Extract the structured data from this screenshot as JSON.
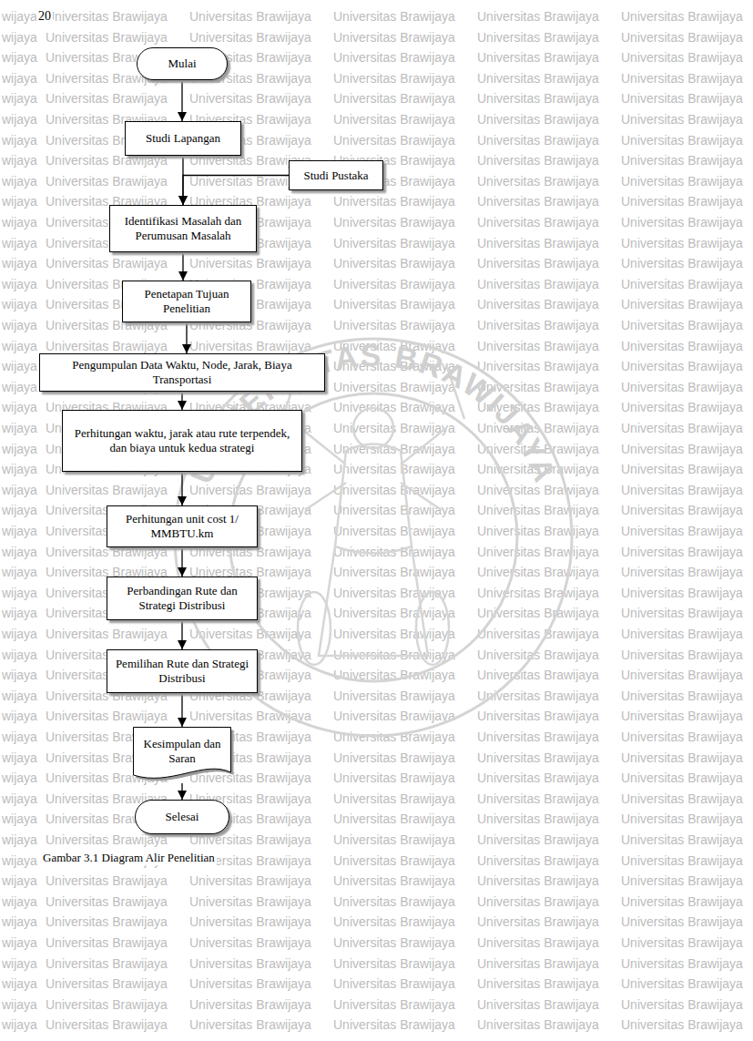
{
  "diagram": {
    "caption": "Gambar 3.1 Diagram Alir Penelitian",
    "nodes": [
      {
        "text": [
          "Mulai"
        ]
      },
      {
        "text": [
          "Studi Lapangan"
        ]
      },
      {
        "text": [
          "Studi Pustaka"
        ]
      },
      {
        "text": [
          "Identifikasi Masalah dan Perumusan Masalah"
        ]
      },
      {
        "text": [
          "Penetapan Tujuan Penelitian"
        ]
      },
      {
        "text": [
          "Pengumpulan Data Waktu, Node, Jarak, Biaya Transportasi"
        ]
      },
      {
        "text": [
          "Perhitungan waktu, jarak atau rute terpendek, dan biaya untuk kedua strategi"
        ]
      },
      {
        "text": [
          "Perhitungan unit cost 1/ MMBTU.km"
        ]
      },
      {
        "text": [
          "Perbandingan Rute dan Strategi Distribusi"
        ]
      },
      {
        "text": [
          "Pemilihan Rute dan Strategi Distribusi"
        ]
      },
      {
        "text": [
          "Kesimpulan dan Saran"
        ]
      },
      {
        "text": [
          "Selesai"
        ]
      }
    ],
    "edges": [
      {
        "from": 0,
        "to": 1,
        "arrow": "to"
      },
      {
        "from": 1,
        "to": 3,
        "arrow": "to"
      },
      {
        "from": 2,
        "to": 3,
        "arrow": "to"
      },
      {
        "from": 3,
        "to": 4,
        "arrow": "to"
      },
      {
        "from": 4,
        "to": 5,
        "arrow": "to"
      },
      {
        "from": 5,
        "to": 6,
        "arrow": "to"
      },
      {
        "from": 6,
        "to": 7,
        "arrow": "to"
      },
      {
        "from": 7,
        "to": 8,
        "arrow": "to"
      },
      {
        "from": 8,
        "to": 9,
        "arrow": "to"
      },
      {
        "from": 9,
        "to": 10,
        "arrow": "to"
      },
      {
        "from": 10,
        "to": 11,
        "arrow": "to"
      }
    ],
    "labels": [
      "20",
      "UNIVERSITAS BRAWIJAYA",
      "wijaya",
      "Universitas Brawijaya",
      "Universitas Brawijaya",
      "Universitas Brawijaya",
      "Universitas Brawijaya",
      "Universitas Brawijaya",
      "wijaya",
      "Universitas Brawijaya",
      "Universitas Brawijaya",
      "Universitas Brawijaya",
      "Universitas Brawijaya",
      "Universitas Brawijaya",
      "wijaya",
      "Universitas Brawijaya",
      "Universitas Brawijaya",
      "Universitas Brawijaya",
      "Universitas Brawijaya",
      "Universitas Brawijaya",
      "wijaya",
      "Universitas Brawijaya",
      "Universitas Brawijaya",
      "Universitas Brawijaya",
      "Universitas Brawijaya",
      "Universitas Brawijaya",
      "wijaya",
      "Universitas Brawijaya",
      "Universitas Brawijaya",
      "Universitas Brawijaya",
      "Universitas Brawijaya",
      "Universitas Brawijaya",
      "wijaya",
      "Universitas Brawijaya",
      "Universitas Brawijaya",
      "Universitas Brawijaya",
      "Universitas Brawijaya",
      "Universitas Brawijaya",
      "wijaya",
      "Universitas Brawijaya",
      "Universitas Brawijaya",
      "Universitas Brawijaya",
      "Universitas Brawijaya",
      "Universitas Brawijaya",
      "wijaya",
      "Universitas Brawijaya",
      "Universitas Brawijaya",
      "Universitas Brawijaya",
      "Universitas Brawijaya",
      "Universitas Brawijaya",
      "wijaya",
      "Universitas Brawijaya",
      "Universitas Brawijaya",
      "Universitas Brawijaya",
      "Universitas Brawijaya",
      "Universitas Brawijaya",
      "wijaya",
      "Universitas Brawijaya",
      "Universitas Brawijaya",
      "Universitas Brawijaya",
      "Universitas Brawijaya",
      "Universitas Brawijaya",
      "wijaya",
      "Universitas Brawijaya",
      "Universitas Brawijaya",
      "Universitas Brawijaya",
      "Universitas Brawijaya",
      "Universitas Brawijaya",
      "wijaya",
      "Universitas Brawijaya",
      "Universitas Brawijaya",
      "Universitas Brawijaya",
      "Universitas Brawijaya",
      "Universitas Brawijaya",
      "wijaya",
      "Universitas Brawijaya",
      "Universitas Brawijaya",
      "Universitas Brawijaya",
      "Universitas Brawijaya",
      "Universitas Brawijaya",
      "wijaya",
      "Universitas Brawijaya",
      "Universitas Brawijaya",
      "Universitas Brawijaya",
      "Universitas Brawijaya",
      "Universitas Brawijaya",
      "wijaya",
      "Universitas Brawijaya",
      "Universitas Brawijaya",
      "Universitas Brawijaya",
      "Universitas Brawijaya",
      "Universitas Brawijaya",
      "wijaya",
      "Universitas Brawijaya",
      "Universitas Brawijaya",
      "Universitas Brawijaya",
      "Universitas Brawijaya",
      "Universitas Brawijaya",
      "wijaya",
      "Universitas Brawijaya",
      "Universitas Brawijaya",
      "Universitas Brawijaya",
      "Universitas Brawijaya",
      "Universitas Brawijaya",
      "wijaya",
      "Universitas Brawijaya",
      "Universitas Brawijaya",
      "Universitas Brawijaya",
      "Universitas Brawijaya",
      "Universitas Brawijaya",
      "wijaya",
      "Universitas Brawijaya",
      "Universitas Brawijaya",
      "Universitas Brawijaya",
      "Universitas Brawijaya",
      "Universitas Brawijaya",
      "wijaya",
      "Universitas Brawijaya",
      "Universitas Brawijaya",
      "Universitas Brawijaya",
      "Universitas Brawijaya",
      "Universitas Brawijaya",
      "wijaya",
      "Universitas Brawijaya",
      "Universitas Brawijaya",
      "Universitas Brawijaya",
      "Universitas Brawijaya",
      "Universitas Brawijaya",
      "wijaya",
      "Universitas Brawijaya",
      "Universitas Brawijaya",
      "Universitas Brawijaya",
      "Universitas Brawijaya",
      "Universitas Brawijaya",
      "wijaya",
      "Universitas Brawijaya",
      "Universitas Brawijaya",
      "Universitas Brawijaya",
      "Universitas Brawijaya",
      "Universitas Brawijaya",
      "wijaya",
      "Universitas Brawijaya",
      "Universitas Brawijaya",
      "Universitas Brawijaya",
      "Universitas Brawijaya",
      "Universitas Brawijaya",
      "wijaya",
      "Universitas Brawijaya",
      "Universitas Brawijaya",
      "Universitas Brawijaya",
      "Universitas Brawijaya",
      "Universitas Brawijaya",
      "wijaya",
      "Universitas Brawijaya",
      "Universitas Brawijaya",
      "Universitas Brawijaya",
      "Universitas Brawijaya",
      "Universitas Brawijaya",
      "wijaya",
      "Universitas Brawijaya",
      "Universitas Brawijaya",
      "Universitas Brawijaya",
      "Universitas Brawijaya",
      "Universitas Brawijaya",
      "wijaya",
      "Universitas Brawijaya",
      "Universitas Brawijaya",
      "Universitas Brawijaya",
      "Universitas Brawijaya",
      "Universitas Brawijaya",
      "wijaya",
      "Universitas Brawijaya",
      "Universitas Brawijaya",
      "Universitas Brawijaya",
      "Universitas Brawijaya",
      "Universitas Brawijaya",
      "wijaya",
      "Universitas Brawijaya",
      "Universitas Brawijaya",
      "Universitas Brawijaya",
      "Universitas Brawijaya",
      "Universitas Brawijaya",
      "wijaya",
      "Universitas Brawijaya",
      "Universitas Brawijaya",
      "Universitas Brawijaya",
      "Universitas Brawijaya",
      "Universitas Brawijaya",
      "wijaya",
      "Universitas Brawijaya",
      "Universitas Brawijaya",
      "Universitas Brawijaya",
      "Universitas Brawijaya",
      "Universitas Brawijaya",
      "wijaya",
      "Universitas Brawijaya",
      "Universitas Brawijaya",
      "Universitas Brawijaya",
      "Universitas Brawijaya",
      "Universitas Brawijaya",
      "wijaya",
      "Universitas Brawijaya",
      "Universitas Brawijaya",
      "Universitas Brawijaya",
      "Universitas Brawijaya",
      "Universitas Brawijaya",
      "wijaya",
      "Universitas Brawijaya",
      "Universitas Brawijaya",
      "Universitas Brawijaya",
      "Universitas Brawijaya",
      "Universitas Brawijaya",
      "wijaya",
      "Universitas Brawijaya",
      "Universitas Brawijaya",
      "Universitas Brawijaya",
      "Universitas Brawijaya",
      "Universitas Brawijaya",
      "wijaya",
      "Universitas Brawijaya",
      "Universitas Brawijaya",
      "Universitas Brawijaya",
      "Universitas Brawijaya",
      "Universitas Brawijaya",
      "wijaya",
      "Universitas Brawijaya",
      "Universitas Brawijaya",
      "Universitas Brawijaya",
      "Universitas Brawijaya",
      "Universitas Brawijaya",
      "wijaya",
      "Universitas Brawijaya",
      "Universitas Brawijaya",
      "Universitas Brawijaya",
      "Universitas Brawijaya",
      "Universitas Brawijaya",
      "wijaya",
      "Universitas Brawijaya",
      "Universitas Brawijaya",
      "Universitas Brawijaya",
      "Universitas Brawijaya",
      "Universitas Brawijaya",
      "wijaya",
      "Universitas Brawijaya",
      "Universitas Brawijaya",
      "Universitas Brawijaya",
      "Universitas Brawijaya",
      "Universitas Brawijaya",
      "wijaya",
      "Universitas Brawijaya",
      "Universitas Brawijaya",
      "Universitas Brawijaya",
      "Universitas Brawijaya",
      "Universitas Brawijaya",
      "wijaya",
      "Universitas Brawijaya",
      "Universitas Brawijaya",
      "Universitas Brawijaya",
      "Universitas Brawijaya",
      "Universitas Brawijaya",
      "wijaya",
      "Universitas Brawijaya",
      "Universitas Brawijaya",
      "Universitas Brawijaya",
      "Universitas Brawijaya",
      "Universitas Brawijaya",
      "wijaya",
      "Universitas Brawijaya",
      "Universitas Brawijaya",
      "Universitas Brawijaya",
      "Universitas Brawijaya",
      "Universitas Brawijaya",
      "wijaya",
      "Universitas Brawijaya",
      "Universitas Brawijaya",
      "Universitas Brawijaya",
      "Universitas Brawijaya",
      "Universitas Brawijaya",
      "wijaya",
      "Universitas Brawijaya",
      "Universitas Brawijaya",
      "Universitas Brawijaya",
      "Universitas Brawijaya",
      "Universitas Brawijaya",
      "wijaya",
      "Universitas Brawijaya",
      "Universitas Brawijaya",
      "Universitas Brawijaya",
      "Universitas Brawijaya",
      "Universitas Brawijaya",
      "wijaya",
      "Universitas Brawijaya",
      "Universitas Brawijaya",
      "Universitas Brawijaya",
      "Universitas Brawijaya",
      "Universitas Brawijaya",
      "wijaya",
      "Universitas Brawijaya",
      "Universitas Brawijaya",
      "Universitas Brawijaya",
      "Universitas Brawijaya",
      "Universitas Brawijaya"
    ]
  }
}
